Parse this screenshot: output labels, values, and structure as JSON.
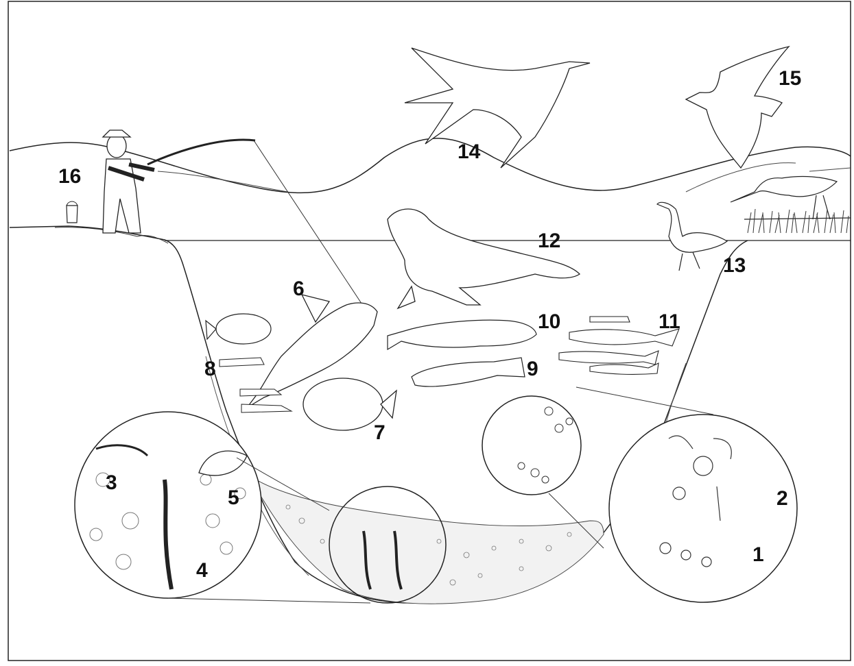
{
  "diagram": {
    "type": "marine-food-web-illustration",
    "labels": [
      {
        "id": "plankton-phyto",
        "number": "1"
      },
      {
        "id": "plankton-zoo",
        "number": "2"
      },
      {
        "id": "amphipod",
        "number": "3"
      },
      {
        "id": "worm",
        "number": "4"
      },
      {
        "id": "clam",
        "number": "5"
      },
      {
        "id": "rockfish",
        "number": "6"
      },
      {
        "id": "perch",
        "number": "7"
      },
      {
        "id": "small-fish-school",
        "number": "8"
      },
      {
        "id": "goby",
        "number": "9"
      },
      {
        "id": "sculpin",
        "number": "10"
      },
      {
        "id": "smelt-school",
        "number": "11"
      },
      {
        "id": "seal",
        "number": "12"
      },
      {
        "id": "cormorant",
        "number": "13"
      },
      {
        "id": "tern",
        "number": "14"
      },
      {
        "id": "gull",
        "number": "15"
      },
      {
        "id": "fisherman",
        "number": "16"
      }
    ],
    "colors": {
      "ink": "#111111",
      "background": "#ffffff",
      "sediment": "#f2f2f2"
    }
  }
}
